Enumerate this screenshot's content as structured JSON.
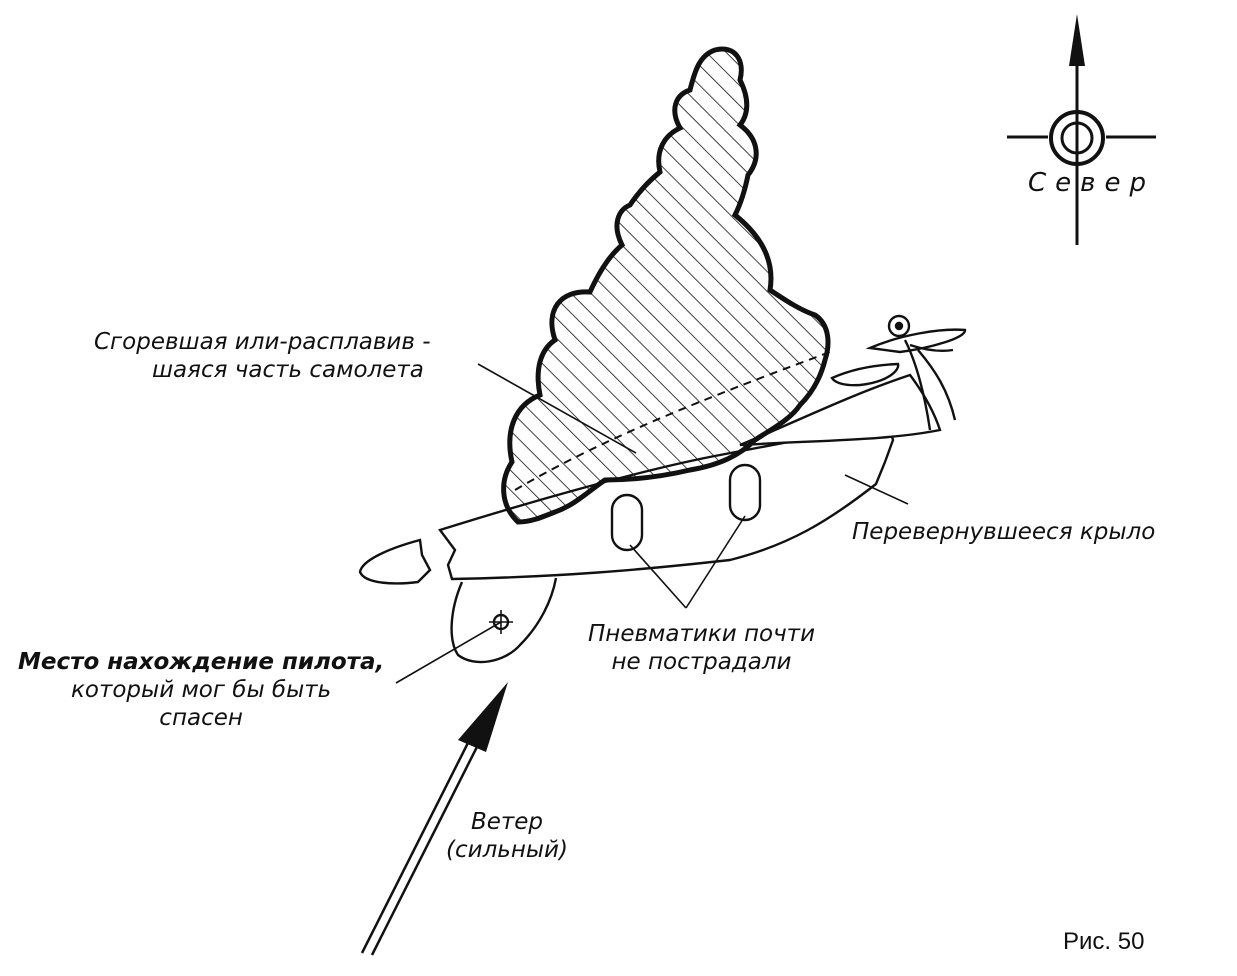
{
  "labels": {
    "north": "Север",
    "burned_part": [
      "Сгоревшая или-расплавив -",
      "шаяся часть самолета"
    ],
    "flipped_wing": "Перевернувшееся крыло",
    "tires": [
      "Пневматики почти",
      "не пострадали"
    ],
    "pilot_location": [
      "Место нахождение пилота,",
      "который мог бы быть",
      "спасен"
    ],
    "wind": [
      "Ветер",
      "(сильный)"
    ],
    "figure_number": "Рис. 50"
  }
}
